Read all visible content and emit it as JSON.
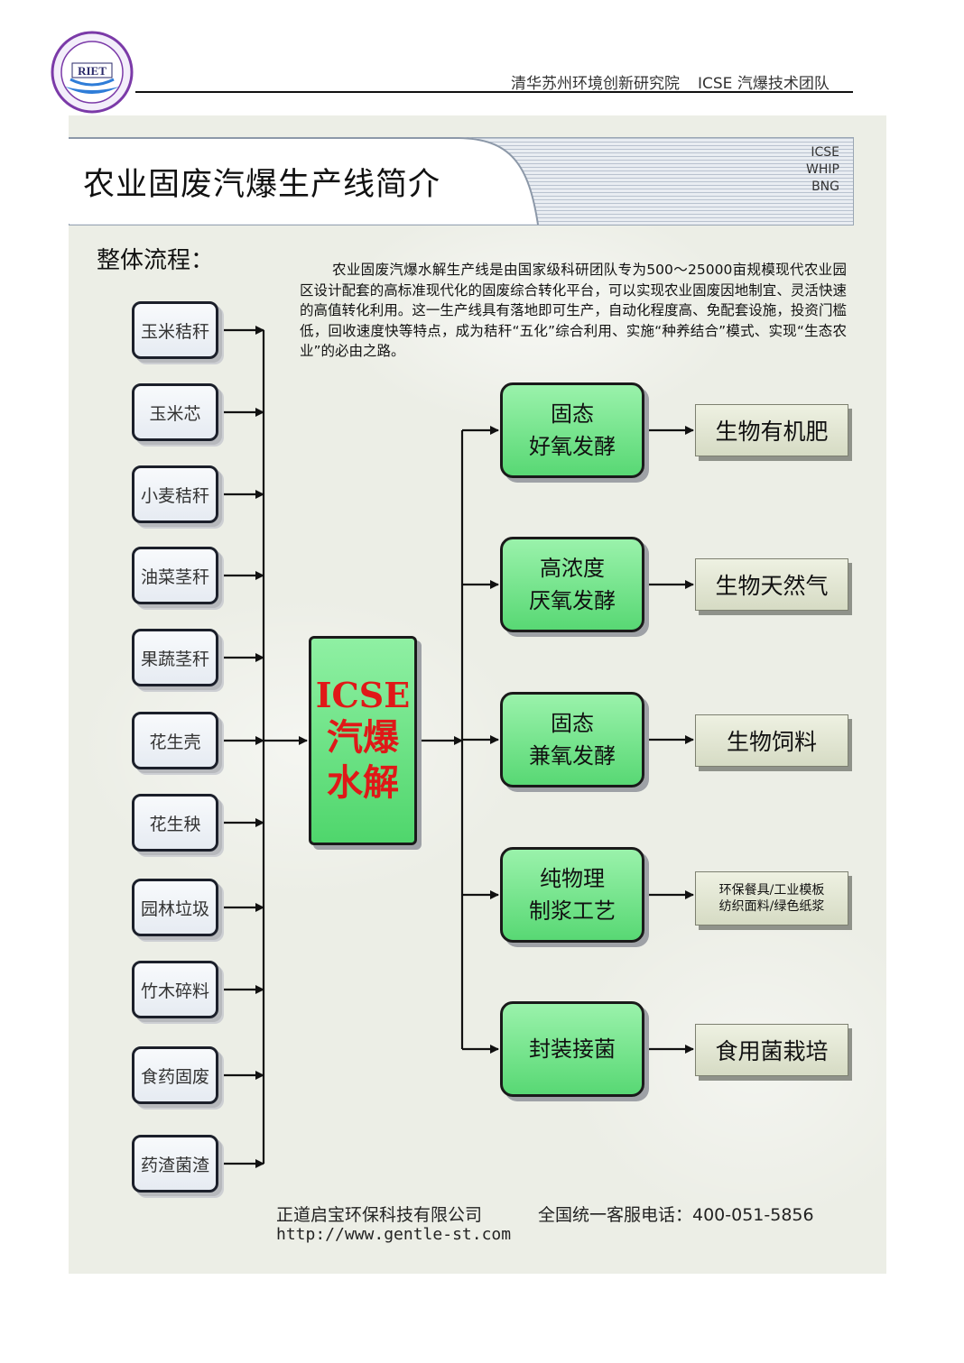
{
  "header": {
    "logo_text": "RIET",
    "institute": "清华苏州环境创新研究院",
    "team": "ICSE 汽爆技术团队"
  },
  "title": {
    "main": "农业固废汽爆生产线简介",
    "abbreviations": [
      "ICSE",
      "WHIP",
      "BNG"
    ]
  },
  "section": {
    "heading": "整体流程：",
    "intro": "农业固废汽爆水解生产线是由国家级科研团队专为500～25000亩规模现代农业园区设计配套的高标准现代化的固废综合转化平台，可以实现农业固废因地制宜、灵活快速的高值转化利用。这一生产线具有落地即可生产，自动化程度高、免配套设施，投资门槛低，回收速度快等特点，成为秸秆“五化”综合利用、实施“种养结合”模式、实现“生态农业”的必由之路。"
  },
  "inputs": [
    "玉米秸秆",
    "玉米芯",
    "小麦秸秆",
    "油菜茎秆",
    "果蔬茎秆",
    "花生壳",
    "花生秧",
    "园林垃圾",
    "竹木碎料",
    "食药固废",
    "药渣菌渣"
  ],
  "center": {
    "line1": "ICSE",
    "line2": "汽爆",
    "line3": "水解"
  },
  "processes": [
    {
      "line1": "固态",
      "line2": "好氧发酵"
    },
    {
      "line1": "高浓度",
      "line2": "厌氧发酵"
    },
    {
      "line1": "固态",
      "line2": "兼氧发酵"
    },
    {
      "line1": "纯物理",
      "line2": "制浆工艺"
    },
    {
      "line1": "封装接菌",
      "line2": ""
    }
  ],
  "outputs": [
    {
      "line1": "生物有机肥",
      "line2": ""
    },
    {
      "line1": "生物天然气",
      "line2": ""
    },
    {
      "line1": "生物饲料",
      "line2": ""
    },
    {
      "line1": "环保餐具/工业模板",
      "line2": "纺织面料/绿色纸浆"
    },
    {
      "line1": "食用菌栽培",
      "line2": ""
    }
  ],
  "footer": {
    "company": "正道启宝环保科技有限公司",
    "phone": "全国统一客服电话：400-051-5856",
    "url": "http://www.gentle-st.com"
  },
  "colors": {
    "process_green": "#58d874",
    "center_text_red": "#e01818",
    "panel_bg": "#eceee6"
  }
}
